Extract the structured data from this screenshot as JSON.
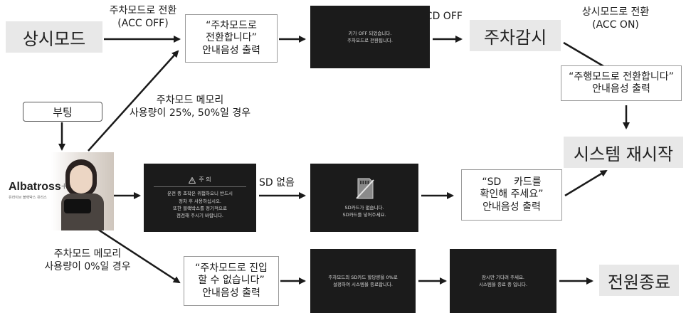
{
  "labels": {
    "always_mode": "상시모드",
    "parking_watch": "주차감시",
    "system_restart": "시스템 재시작",
    "power_off": "전원종료",
    "booting": "부팅"
  },
  "captions": {
    "to_parking_line1": "주차모드로 전환",
    "to_parking_line2": "(ACC OFF)",
    "lcd_off": "LCD OFF",
    "to_always_line1": "상시모드로 전환",
    "to_always_line2": "(ACC ON)",
    "memory_25_50_line1": "주차모드 메모리",
    "memory_25_50_line2": "사용량이 25%, 50%일 경우",
    "sd_none": "SD 없음",
    "memory_0_line1": "주차모드 메모리",
    "memory_0_line2": "사용량이 0%일 경우"
  },
  "voice_boxes": {
    "switch_parking": {
      "line1": "“주차모드로",
      "line2": "전환합니다”",
      "line3": "안내음성 출력"
    },
    "switch_driving": {
      "line1": "“주행모드로 전환합니다”",
      "line2": "안내음성 출력"
    },
    "check_sd": {
      "line1": "“SD    카드를",
      "line2": "확인해 주세요”",
      "line3": "안내음성 출력"
    },
    "cannot_enter": {
      "line1": "“주차모드로 진입",
      "line2": "할 수 없습니다”",
      "line3": "안내음성 출력"
    }
  },
  "screens": {
    "key_off": {
      "line1": "키가 OFF 되었습니다.",
      "line2": "주차모드로 전환됩니다."
    },
    "caution": {
      "title": "주 의",
      "line1": "운전 중 조작은 위험하오니 반드시",
      "line2": "정차 후 사용하십시오.",
      "line3": "또한 블랙박스를 정기적으로",
      "line4": "점검해 주시기 바랍니다."
    },
    "no_sd": {
      "line1": "SD카드가 없습니다.",
      "line2": "SD카드를 넣어주세요.",
      "card_text": "SD"
    },
    "memory_zero": {
      "line1": "주차모드의 SD카드 할당량을 0%로",
      "line2": "설정하여 시스템을 종료합니다."
    },
    "shutting_down": {
      "line1": "잠시만 기다려 주세요.",
      "line2": "시스템을 종료 중 입니다."
    }
  },
  "brand": {
    "name": "Albatross",
    "plus": "+",
    "sub": "유라이브 블랙박스 유리스"
  },
  "colors": {
    "label_bg": "#e8e8e8",
    "screen_bg": "#1b1b1b",
    "arrow": "#1a1a1a",
    "box_border": "#9a9a9a"
  }
}
